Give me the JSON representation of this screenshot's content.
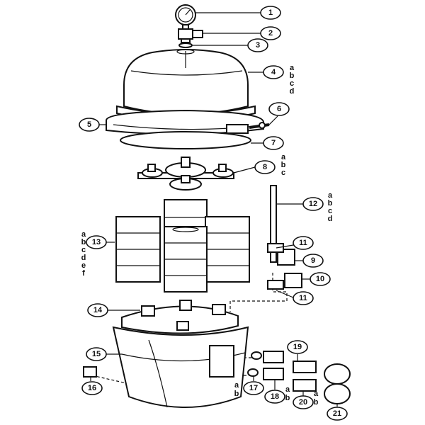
{
  "callouts": [
    {
      "number": "1"
    },
    {
      "number": "2"
    },
    {
      "number": "3"
    },
    {
      "number": "4",
      "variants": [
        "a",
        "b",
        "c",
        "d"
      ]
    },
    {
      "number": "5"
    },
    {
      "number": "6"
    },
    {
      "number": "7"
    },
    {
      "number": "8",
      "variants": [
        "a",
        "b",
        "c"
      ]
    },
    {
      "number": "9"
    },
    {
      "number": "10"
    },
    {
      "number": "11"
    },
    {
      "number": "11"
    },
    {
      "number": "12",
      "variants": [
        "a",
        "b",
        "c",
        "d"
      ]
    },
    {
      "number": "13",
      "variants": [
        "a",
        "b",
        "c",
        "d",
        "e",
        "f"
      ]
    },
    {
      "number": "14"
    },
    {
      "number": "15"
    },
    {
      "number": "16"
    },
    {
      "number": "17"
    },
    {
      "number": "18",
      "variants": [
        "a",
        "b"
      ]
    },
    {
      "number": "19"
    },
    {
      "number": "20",
      "variants": [
        "a",
        "b"
      ]
    },
    {
      "number": "21"
    }
  ]
}
